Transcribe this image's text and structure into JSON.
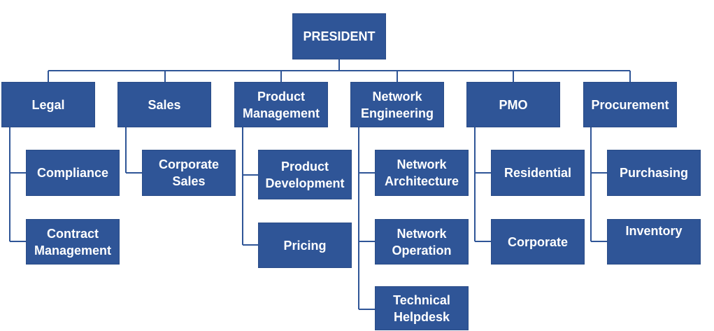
{
  "colors": {
    "box_fill": "#2f5597",
    "connector": "#2f5597",
    "text": "#ffffff"
  },
  "chart": {
    "root": "PRESIDENT",
    "departments": [
      {
        "label": "Legal",
        "children": [
          "Compliance",
          "Contract\nManagement"
        ]
      },
      {
        "label": "Sales",
        "children": [
          "Corporate\nSales"
        ]
      },
      {
        "label": "Product\nManagement",
        "children": [
          "Product\nDevelopment",
          "Pricing"
        ]
      },
      {
        "label": "Network\nEngineering",
        "children": [
          "Network\nArchitecture",
          "Network\nOperation",
          "Technical\nHelpdesk"
        ]
      },
      {
        "label": "PMO",
        "children": [
          "Residential",
          "Corporate"
        ]
      },
      {
        "label": "Procurement",
        "children": [
          "Purchasing",
          "Inventory"
        ]
      }
    ]
  }
}
